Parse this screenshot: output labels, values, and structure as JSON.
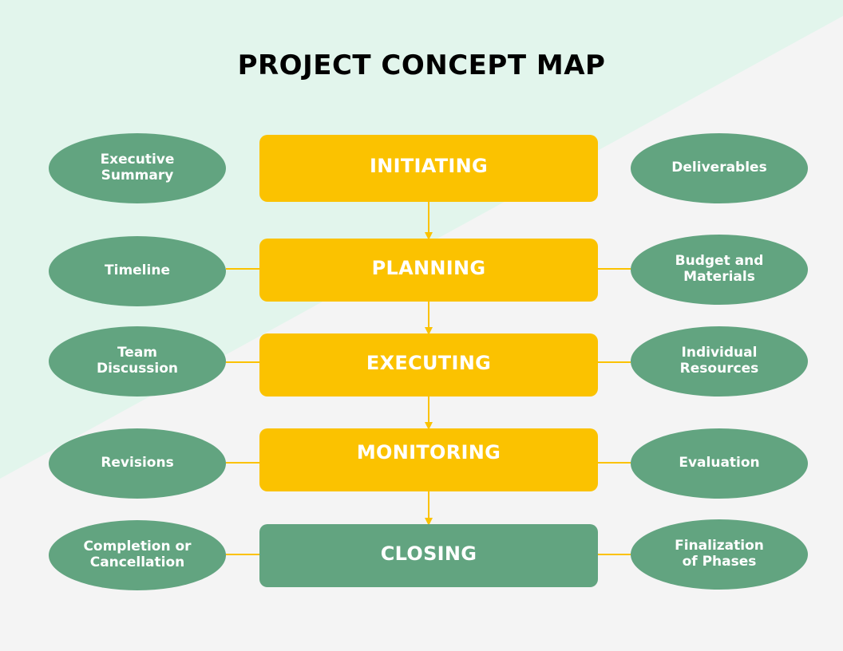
{
  "title": "PROJECT CONCEPT MAP",
  "colors": {
    "stage_yellow": "#fbc200",
    "stage_green": "#62a480",
    "oval_green": "#62a480",
    "connector": "#fbc200",
    "bg_mint": "#e2f5ec",
    "bg_gray": "#f4f4f4"
  },
  "stages": [
    {
      "label": "INITIATING",
      "left": "Executive\nSummary",
      "right": "Deliverables"
    },
    {
      "label": "PLANNING",
      "left": "Timeline",
      "right": "Budget and\nMaterials"
    },
    {
      "label": "EXECUTING",
      "left": "Team\nDiscussion",
      "right": "Individual\nResources"
    },
    {
      "label": "MONITORING",
      "left": "Revisions",
      "right": "Evaluation"
    },
    {
      "label": "CLOSING",
      "left": "Completion or\nCancellation",
      "right": "Finalization\nof Phases"
    }
  ]
}
